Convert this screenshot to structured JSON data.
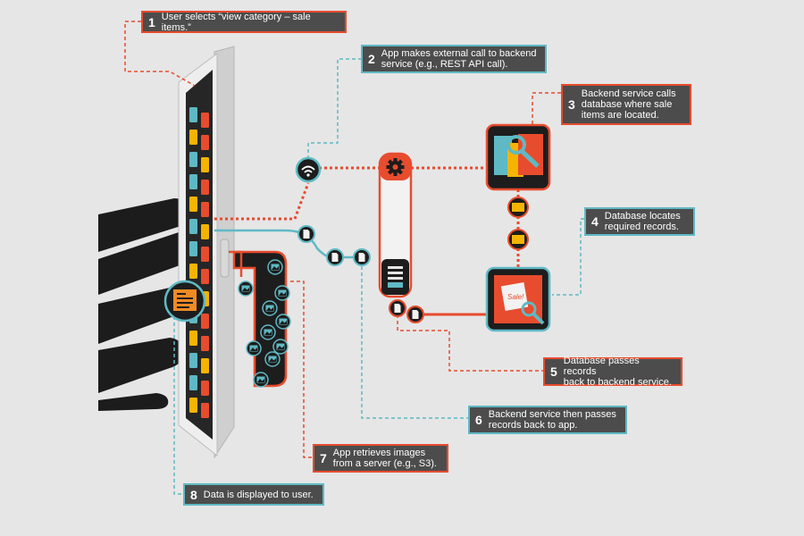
{
  "colors": {
    "background": "#e6e6e6",
    "red": "#e74c2e",
    "teal": "#5fb9c4",
    "dark": "#222222",
    "callout_fill": "#4c4c4c"
  },
  "icons": [
    "wifi-icon",
    "gear-icon",
    "document-icon",
    "folder-icon",
    "image-icon",
    "magnifier-icon",
    "server-icon"
  ],
  "steps": [
    {
      "num": "1",
      "text": "User selects “view category – sale items.”"
    },
    {
      "num": "2",
      "text": "App makes external call to backend\nservice (e.g., REST API call)."
    },
    {
      "num": "3",
      "text": "Backend service calls\ndatabase where sale\nitems are located."
    },
    {
      "num": "4",
      "text": "Database locates\nrequired records."
    },
    {
      "num": "5",
      "text": "Database passes records\nback to backend service."
    },
    {
      "num": "6",
      "text": "Backend service then passes\nrecords back to app."
    },
    {
      "num": "7",
      "text": "App retrieves images\nfrom a server (e.g., S3)."
    },
    {
      "num": "8",
      "text": "Data is displayed to user."
    }
  ],
  "sale_tag_text": "Sale!"
}
